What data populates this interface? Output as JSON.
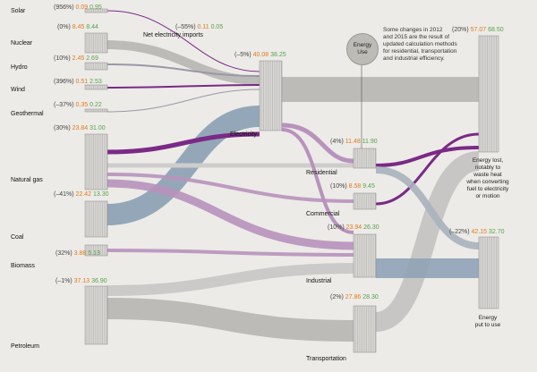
{
  "sources": [
    {
      "name": "Solar",
      "pct": "(956%)",
      "v2012": "0.09",
      "v2015": "0.95"
    },
    {
      "name": "Nuclear",
      "pct": "(0%)",
      "v2012": "8.45",
      "v2015": "8.44"
    },
    {
      "name": "Hydro",
      "pct": "(10%)",
      "v2012": "2.45",
      "v2015": "2.69"
    },
    {
      "name": "Wind",
      "pct": "(396%)",
      "v2012": "0.51",
      "v2015": "2.53"
    },
    {
      "name": "Geothermal",
      "pct": "(–37%)",
      "v2012": "0.35",
      "v2015": "0.22"
    },
    {
      "name": "Natural gas",
      "pct": "(30%)",
      "v2012": "23.84",
      "v2015": "31.00"
    },
    {
      "name": "Coal",
      "pct": "(–41%)",
      "v2012": "22.42",
      "v2015": "13.30"
    },
    {
      "name": "Biomass",
      "pct": "(32%)",
      "v2012": "3.88",
      "v2015": "5.13"
    },
    {
      "name": "Petroleum",
      "pct": "(–1%)",
      "v2012": "37.13",
      "v2015": "36.90"
    }
  ],
  "net_imports": {
    "name": "Net electricity imports",
    "pct": "(–55%)",
    "v2012": "0.11",
    "v2015": "0.05"
  },
  "uses": [
    {
      "name": "Electricity",
      "pct": "(–5%)",
      "v2012": "40.08",
      "v2015": "38.25"
    },
    {
      "name": "Residential",
      "pct": "(4%)",
      "v2012": "11.48",
      "v2015": "11.90"
    },
    {
      "name": "Commercial",
      "pct": "(10%)",
      "v2012": "8.58",
      "v2015": "9.45"
    },
    {
      "name": "Industrial",
      "pct": "(10%)",
      "v2012": "23.94",
      "v2015": "26.30"
    },
    {
      "name": "Transportation",
      "pct": "(2%)",
      "v2012": "27.86",
      "v2015": "28.30"
    }
  ],
  "outputs": [
    {
      "pct": "(20%)",
      "v2012": "57.07",
      "v2015": "68.50",
      "label": [
        "Energy lost,",
        "notably to",
        "waste heat",
        "when converting",
        "fuel to electricity",
        "or motion"
      ]
    },
    {
      "pct": "(–22%)",
      "v2012": "42.15",
      "v2015": "32.70",
      "label": [
        "Energy",
        "put to use"
      ]
    }
  ],
  "energy_use_bubble": [
    "Energy",
    "Use"
  ],
  "note": [
    "Some changes in 2012",
    "and 2015 are the result of",
    "updated calculation methods",
    "for residential, transportation",
    "and industrial efficiency."
  ],
  "colors": {
    "background": "#ecebe7",
    "gray_flow": "#b7b6b3",
    "light_gray_flow": "#cfcdcb",
    "blue_flow": "#8fa3b6",
    "purple_flow": "#7a2a86",
    "light_purple_flow": "#b892bd",
    "value_2012": "#e07a1f",
    "value_2015": "#58a14e"
  }
}
